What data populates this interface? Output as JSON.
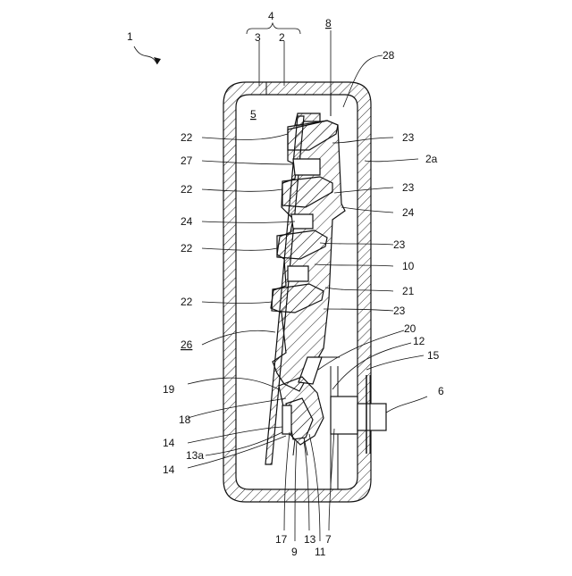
{
  "labels": {
    "l1": "1",
    "l4": "4",
    "l3": "3",
    "l2": "2",
    "l8": "8",
    "l28": "28",
    "l5": "5",
    "l22a": "22",
    "l23a": "23",
    "l2a": "2a",
    "l27": "27",
    "l22b": "22",
    "l23b": "23",
    "l24a": "24",
    "l24b": "24",
    "l22c": "22",
    "l23c": "23",
    "l10": "10",
    "l21": "21",
    "l22d": "22",
    "l23d": "23",
    "l26": "26",
    "l20": "20",
    "l12": "12",
    "l15": "15",
    "l19": "19",
    "l6": "6",
    "l18": "18",
    "l14a": "14",
    "l13a": "13a",
    "l14b": "14",
    "l17": "17",
    "l9": "9",
    "l13": "13",
    "l11": "11",
    "l7": "7"
  },
  "colors": {
    "line": "#111111",
    "background": "#ffffff"
  }
}
